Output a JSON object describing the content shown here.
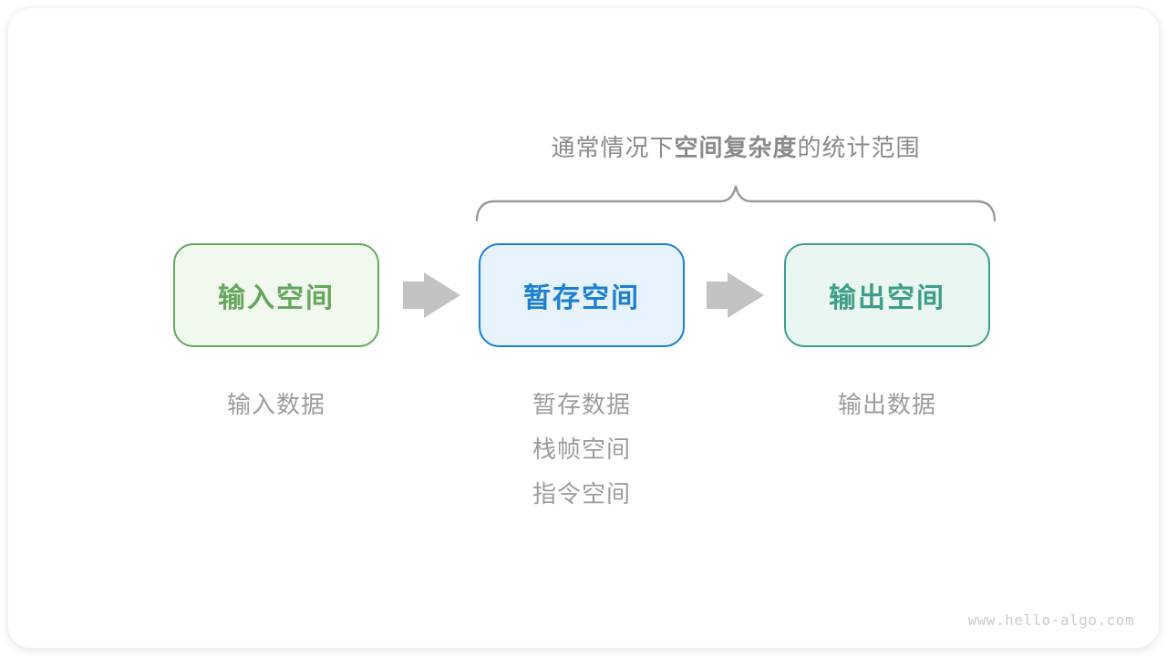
{
  "card": {
    "background": "#ffffff"
  },
  "title": {
    "prefix": "通常情况下",
    "emphasis": "空间复杂度",
    "suffix": "的统计范围",
    "color": "#8a8a8a"
  },
  "brace": {
    "color": "#999999"
  },
  "flow": {
    "boxes": [
      {
        "label": "输入空间",
        "color": "#67a65e",
        "background": "#f1f8ee"
      },
      {
        "label": "暂存空间",
        "color": "#1c7fd0",
        "background": "#e6f2fc"
      },
      {
        "label": "输出空间",
        "color": "#3e9e8a",
        "background": "#eaf6f2"
      }
    ],
    "arrow_color": "#c2c2c2"
  },
  "annotations": {
    "color": "#9c9c9c",
    "input": [
      "输入数据"
    ],
    "temp": [
      "暂存数据",
      "栈帧空间",
      "指令空间"
    ],
    "output": [
      "输出数据"
    ]
  },
  "watermark": {
    "text": "www.hello-algo.com",
    "color": "#cbcbcb"
  }
}
